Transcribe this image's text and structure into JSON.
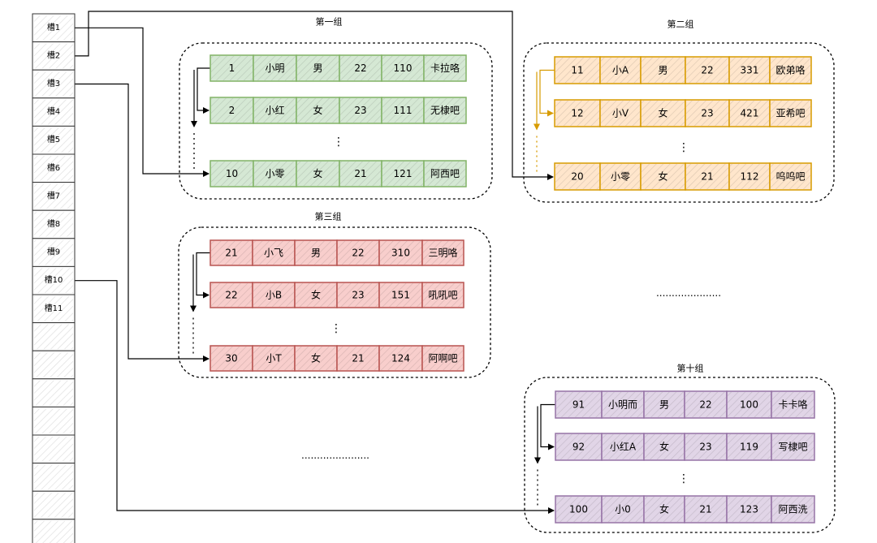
{
  "colors": {
    "green": {
      "fill": "#d5e8d4",
      "stroke": "#82b366"
    },
    "orange": {
      "fill": "#ffe6cc",
      "stroke": "#d79b00"
    },
    "red": {
      "fill": "#f8cecc",
      "stroke": "#b85450"
    },
    "purple": {
      "fill": "#e1d5e7",
      "stroke": "#9673a6"
    },
    "slot_stroke": "#333333",
    "arrow": "#000000"
  },
  "slots": [
    "槽1",
    "槽2",
    "槽3",
    "槽4",
    "槽5",
    "槽6",
    "槽7",
    "槽8",
    "槽9",
    "槽10",
    "槽11",
    "",
    "",
    "",
    "",
    "",
    "",
    "",
    ""
  ],
  "groups": [
    {
      "id": "g1",
      "title": "第一组",
      "color": "green",
      "rows": [
        [
          "1",
          "小明",
          "男",
          "22",
          "110",
          "卡拉咯"
        ],
        [
          "2",
          "小红",
          "女",
          "23",
          "111",
          "无棣吧"
        ],
        [
          "10",
          "小零",
          "女",
          "21",
          "121",
          "阿西吧"
        ]
      ],
      "ellipsis": "⋮"
    },
    {
      "id": "g2",
      "title": "第二组",
      "color": "orange",
      "rows": [
        [
          "11",
          "小A",
          "男",
          "22",
          "331",
          "欧弟咯"
        ],
        [
          "12",
          "小V",
          "女",
          "23",
          "421",
          "亚希吧"
        ],
        [
          "20",
          "小零",
          "女",
          "21",
          "112",
          "呜呜吧"
        ]
      ],
      "ellipsis": "⋮"
    },
    {
      "id": "g3",
      "title": "第三组",
      "color": "red",
      "rows": [
        [
          "21",
          "小飞",
          "男",
          "22",
          "310",
          "三明咯"
        ],
        [
          "22",
          "小B",
          "女",
          "23",
          "151",
          "吼吼吧"
        ],
        [
          "30",
          "小T",
          "女",
          "21",
          "124",
          "阿啊吧"
        ]
      ],
      "ellipsis": "⋮"
    },
    {
      "id": "g10",
      "title": "第十组",
      "color": "purple",
      "rows": [
        [
          "91",
          "小明而",
          "男",
          "22",
          "100",
          "卡卡咯"
        ],
        [
          "92",
          "小红A",
          "女",
          "23",
          "119",
          "写棣吧"
        ],
        [
          "100",
          "小0",
          "女",
          "21",
          "123",
          "阿西洗"
        ]
      ],
      "ellipsis": "⋮"
    }
  ],
  "more_ellipsis": [
    ".....................",
    "......................"
  ]
}
